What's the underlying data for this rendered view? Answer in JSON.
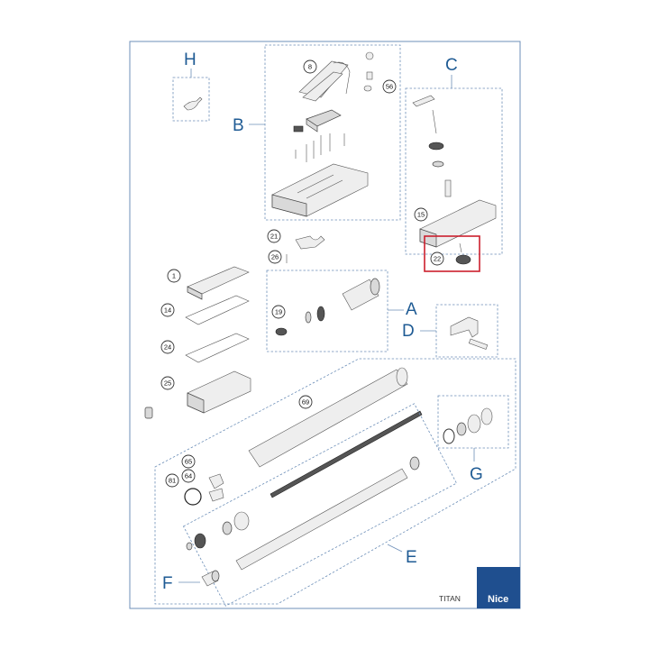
{
  "diagram": {
    "product_name": "TITAN",
    "brand": "Nice",
    "groups": {
      "A": "A",
      "B": "B",
      "C": "C",
      "D": "D",
      "E": "E",
      "F": "F",
      "G": "G",
      "H": "H"
    },
    "callouts": {
      "c1": "1",
      "c8": "8",
      "c14": "14",
      "c15": "15",
      "c19": "19",
      "c21": "21",
      "c22": "22",
      "c24": "24",
      "c25": "25",
      "c26": "26",
      "c56": "56",
      "c64": "64",
      "c65": "65",
      "c69": "69",
      "c81": "81"
    },
    "colors": {
      "border": "#6d8fb8",
      "letters": "#1f5b94",
      "highlight": "#cc1f2d",
      "brand_box": "#1f4f8f"
    }
  }
}
